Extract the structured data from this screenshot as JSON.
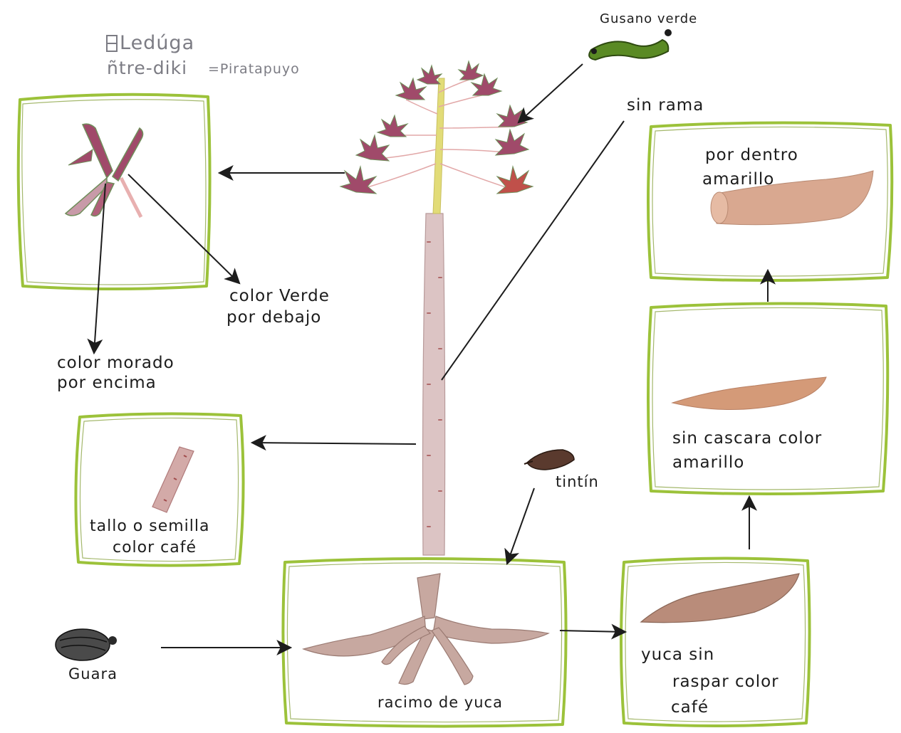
{
  "title": {
    "line1": "Ledúga",
    "line2": "ñtre-diki",
    "line2_suffix": "=Piratapuyo"
  },
  "labels": {
    "gusano": "Gusano verde",
    "sin_rama": "sin rama",
    "hoja_verde": [
      "color Verde",
      "por debajo"
    ],
    "hoja_morado": [
      "color morado",
      "por encima"
    ],
    "tallo": [
      "tallo o semilla",
      "color café"
    ],
    "tintin": "tintín",
    "guara": "Guara",
    "racimo": "racimo de yuca",
    "yuca_sin_raspar": [
      "yuca sin",
      "raspar color",
      "café"
    ],
    "sin_cascara": [
      "sin cascara color",
      "amarillo"
    ],
    "por_dentro": [
      "por dentro",
      "amarillo"
    ]
  },
  "colors": {
    "frame_green": "#9cc23a",
    "frame_dark": "#7e9a2e",
    "leaf_purple": "#a04a6a",
    "leaf_red": "#c0504a",
    "stem_pink": "#d8bfbf",
    "stem_yellow": "#e2dc78",
    "yuca_brown": "#b98c7a",
    "peel_orange": "#d49a78",
    "worm_green": "#4f7a1f",
    "ink": "#1c1c1c"
  }
}
